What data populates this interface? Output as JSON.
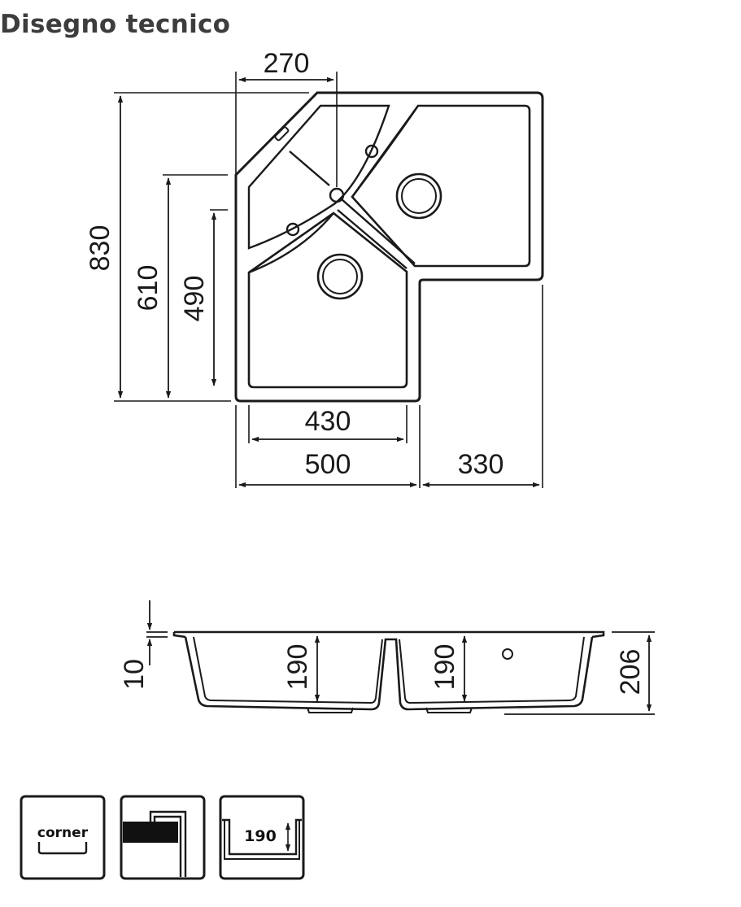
{
  "title": "Disegno tecnico",
  "top_view": {
    "dims": {
      "w270": "270",
      "h830": "830",
      "h610": "610",
      "h490": "490",
      "w430": "430",
      "w500": "500",
      "w330": "330"
    }
  },
  "section_view": {
    "dims": {
      "t10": "10",
      "d190_left": "190",
      "d190_right": "190",
      "h206": "206"
    }
  },
  "icons": {
    "corner_label": "corner",
    "depth_label": "190"
  }
}
